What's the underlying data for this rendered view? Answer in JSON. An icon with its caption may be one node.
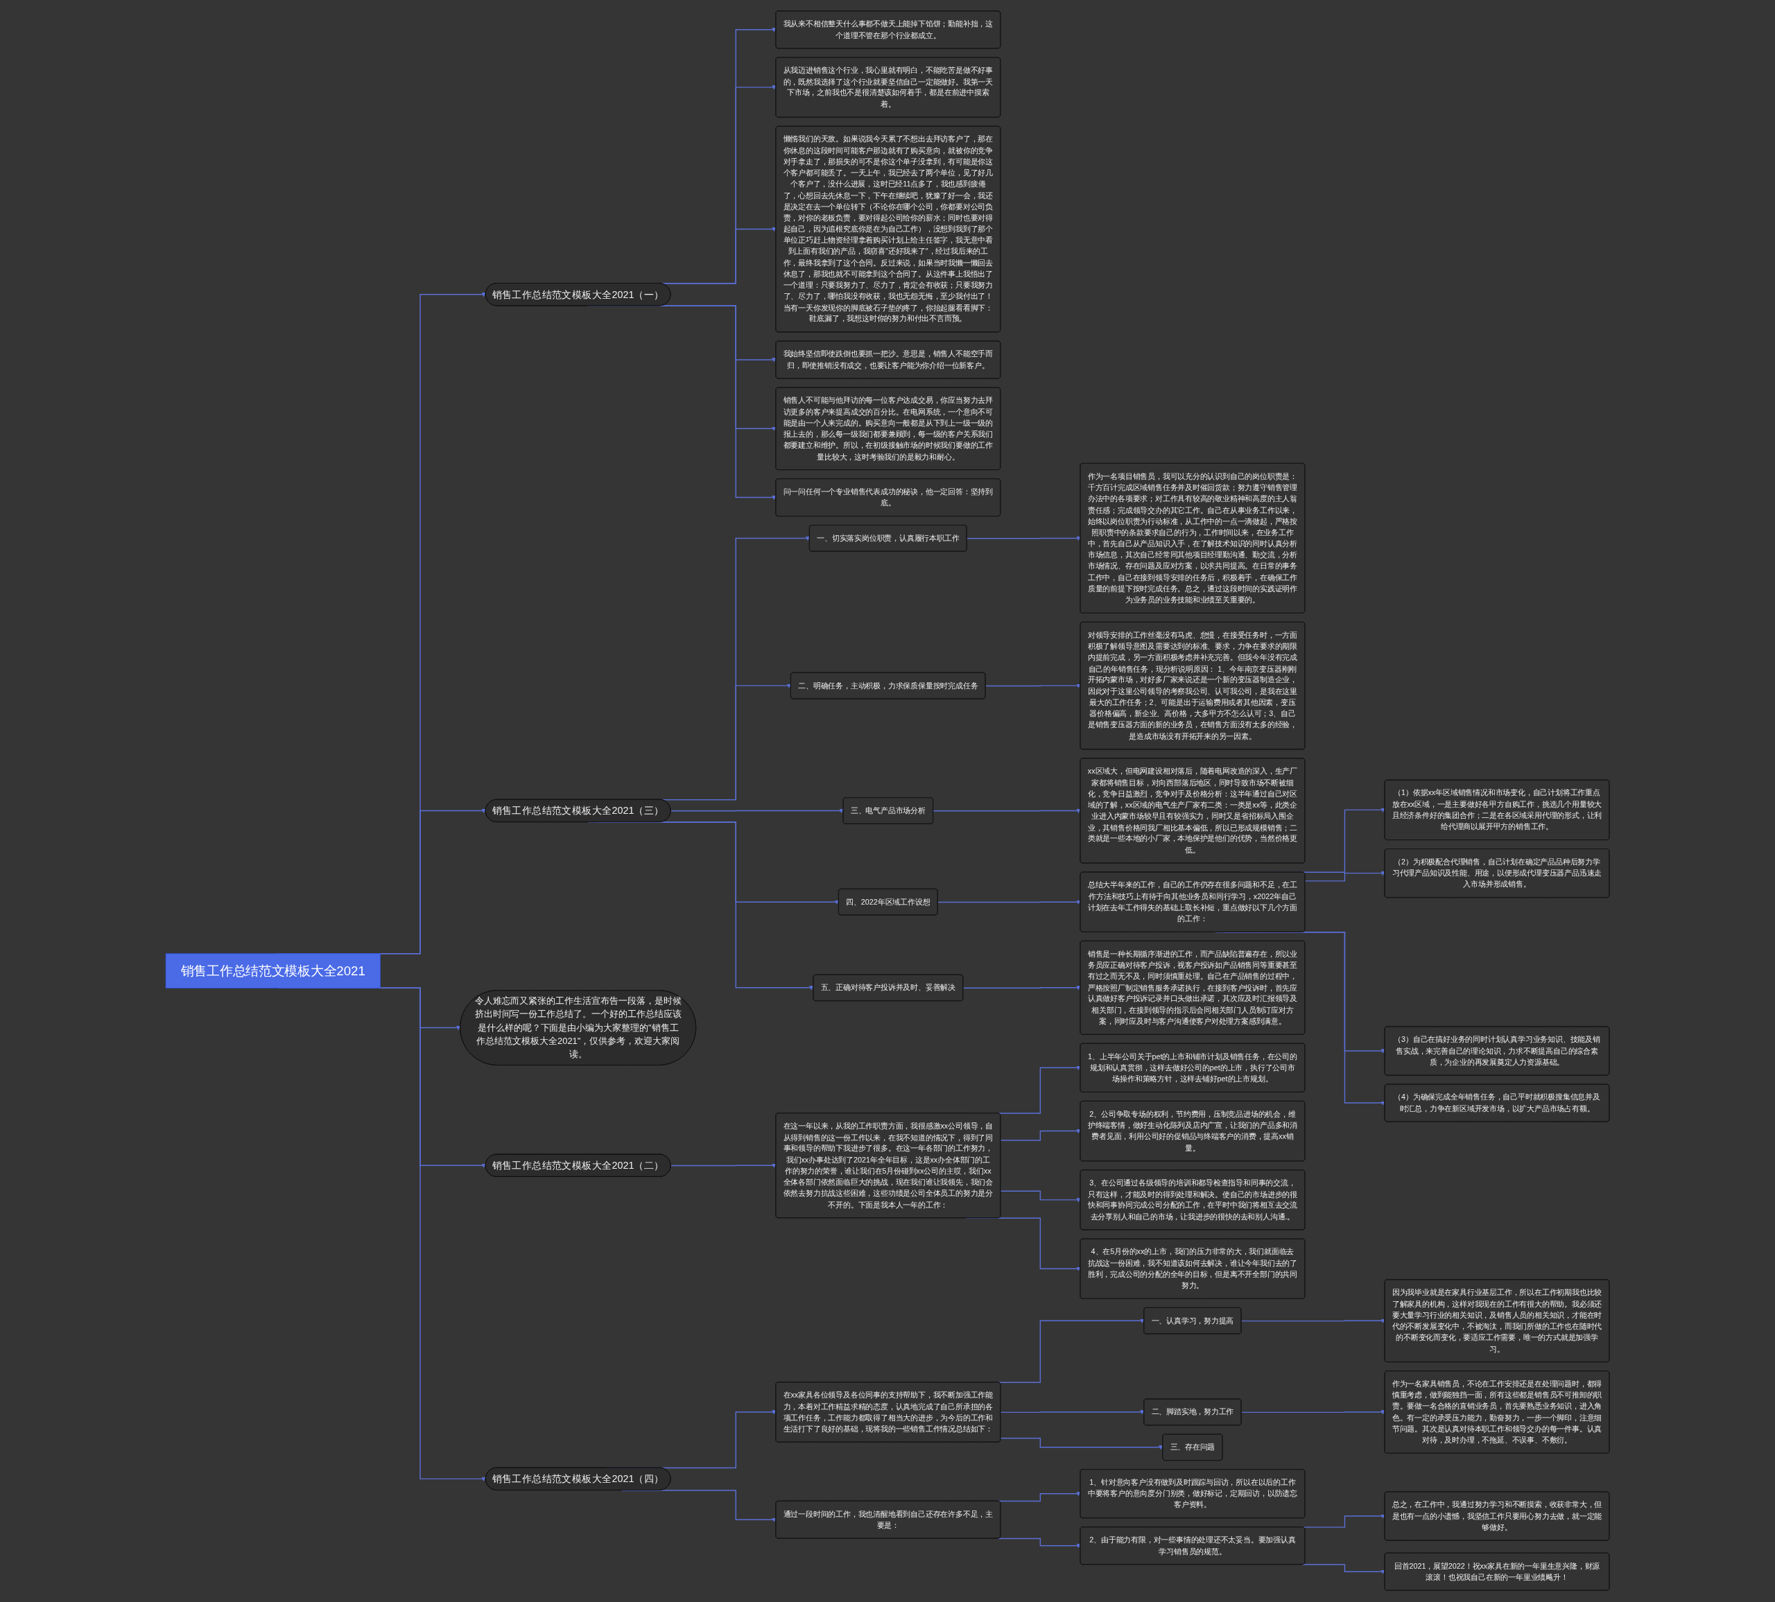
{
  "diagram": {
    "nodes": [
      {
        "text": [
          "销售工作总结范文模板大全2021"
        ]
      },
      {
        "text": [
          "销售工作总结范文模板大全2021（一）"
        ]
      },
      {
        "text": [
          "我从来不相信整天什么事都不做天上能掉下馅饼；勤能补拙，这个道理不管在那个行业都成立。"
        ]
      },
      {
        "text": [
          "从我迈进销售这个行业，我心里就有明白，不能吃苦是做不好事的，既然我选择了这个行业就要坚信自己一定能做好。我第一天下市场，之前我也不是很清楚该如何着手，都是在前进中摸索着。"
        ]
      },
      {
        "text": [
          "懒惰我们的天敌。如果说我今天累了不想出去拜访客户了，那在你休息的这段时间可能客户那边就有了购买意向，就被你的竞争对手拿走了，那损失的可不是你这个单子没拿到，有可能是你这个客户都可能丢了。一天上午，我已经去了两个单位，见了好几个客户了，没什么进展，这时已经11点多了，我也感到疲倦了，心想回去先休息一下，下午在继续吧，犹豫了好一会，我还是决定在去一个单位转下（不论你在哪个公司，你都要对公司负责，对你的老板负责，要对得起公司给你的薪水；同时也要对得起自己，因为追根究底你是在为自己工作），没想到我到了那个单位正巧赶上物资经理拿着购买计划上给主任签字，我无意中看到上面有我们的产品，我窃喜\"还好我来了\"，经过我后来的工作，最终我拿到了这个合同。反过来说，如果当时我懒一懒回去休息了，那我也就不可能拿到这个合同了。从这件事上我悟出了一个道理：只要我努力了、尽力了，肯定会有收获；只要我努力了、尽力了，哪怕我没有收获，我也无怨无悔，至少我付出了！当有一天你发现你的脚底被石子垫的疼了，你抬起腿看看脚下：鞋底漏了，我想这时你的努力和付出不言而预。"
        ]
      },
      {
        "text": [
          "我始终坚信即使跌倒也要抓一把沙。意思是，销售人不能空手而归，即使推销没有成交，也要让客户能为你介绍一位新客户。"
        ]
      },
      {
        "text": [
          "销售人不可能与他拜访的每一位客户达成交易，你应当努力去拜访更多的客户来提高成交的百分比。在电网系统，一个意向不可能是由一个人来完成的。购买意向一般都是从下到上一级一级的报上去的，那么每一级我们都要兼顾到，每一级的客户关系我们都要建立和维护。所以，在初级接触市场的时候我们要做的工作量比较大，这时考验我们的是毅力和耐心。"
        ]
      },
      {
        "text": [
          "问一问任何一个专业销售代表成功的秘诀，他一定回答：坚持到底。"
        ]
      },
      {
        "text": [
          "销售工作总结范文模板大全2021（三）"
        ]
      },
      {
        "text": [
          "一、切实落实岗位职责，认真履行本职工作"
        ]
      },
      {
        "text": [
          "作为一名项目销售员，我可以充分的认识到自己的岗位职责是：千方百计完成区域销售任务并及时催回货款；努力遵守销售管理办法中的各项要求；对工作具有较高的敬业精神和高度的主人翁责任感；完成领导交办的其它工作。自己在从事业务工作以来，始终以岗位职责为行动标准，从工作中的一点一滴做起，严格按照职责中的条款要求自己的行为，工作时间以来，在业务工作中，首先自己从产品知识入手，在了解技术知识的同时认真分析市场信息，其次自己经常同其他项目经理勤沟通、勤交流，分析市场情况、存在问题及应对方案，以求共同提高。在日常的事务工作中，自己在接到领导安排的任务后，积极着手，在确保工作质量的前提下按时完成任务。总之，通过这段时间的实践证明作为业务员的业务技能和业绩至关重要的。"
        ]
      },
      {
        "text": [
          "二、明确任务，主动积极，力求保质保量按时完成任务"
        ]
      },
      {
        "text": [
          "对领导安排的工作丝毫没有马虎、怠慢，在接受任务时，一方面积极了解领导意图及需要达到的标准、要求，力争在要求的期限内提前完成，另一方面积极考虑并补充完善。但我今年没有完成自己的年销售任务，现分析说明原因： 1、今年南京变压器刚刚开拓内蒙市场，对好多厂家来说还是一个新的变压器制造企业，因此对于这里公司领导的考察我公司、认可我公司，是我在这里最大的工作任务；2、可能是出于运输费用或者其他因素，变压器价格偏高，新企业、高价格，大多甲方不怎么认可；3、自己是销售变压器方面的新的业务员，在销售方面没有太多的经验，是造成市场没有开拓开来的另一因素。"
        ]
      },
      {
        "text": [
          "三、电气产品市场分析"
        ]
      },
      {
        "text": [
          "xx区域大，但电网建设相对落后，随着电网改造的深入，生产厂家都将销售目标，对向西部落后地区，同时导致市场不断被细化，竞争日益激烈，竞争对手及价格分析：这半年通过自己对区域的了解，xx区域的电气生产厂家有二类：一类是xx等，此类企业进入内蒙市场较早且有较强实力，同时又是省招标局入围企业，其销售价格同我厂相比基本偏低，所以已形成规模销售；二类就是一些本地的小厂家，本地保护是他们的优势，当然价格更低。"
        ]
      },
      {
        "text": [
          "四、2022年区域工作设想"
        ]
      },
      {
        "text": [
          "总结大半年来的工作，自己的工作仍存在很多问题和不足，在工作方法和技巧上有待于向其他业务员和同行学习，x2022年自己计划在去年工作得失的基础上取长补短，重点做好以下几个方面的工作："
        ]
      },
      {
        "text": [
          "（1）依据xx年区域销售情况和市场变化，自己计划将工作重点放在xx区域，一是主要做好各甲方自购工作，挑选几个用量较大且经济条件好的集团合作；二是在各区域采用代理的形式，让利给代理商以展开甲方的销售工作。"
        ]
      },
      {
        "text": [
          "（2）为积极配合代理销售，自己计划在确定产品品种后努力学习代理产品知识及性能、用途，以便形成代理变压器产品迅速走入市场并形成销售。"
        ]
      },
      {
        "text": [
          "（3）自己在搞好业务的同时计划认真学习业务知识、技能及销售实战，来完善自己的理论知识，力求不断提高自己的综合素质，为企业的再发展奠定人力资源基础。"
        ]
      },
      {
        "text": [
          "（4）为确保完成全年销售任务，自己平时就积极搜集信息并及时汇总，力争在新区域开发市场，以扩大产品市场占有额。"
        ]
      },
      {
        "text": [
          "五、正确对待客户投诉并及时、妥善解决"
        ]
      },
      {
        "text": [
          "销售是一种长期循序渐进的工作，而产品缺陷普遍存在，所以业务员应正确对待客户投诉，视客户投诉如产品销售同等重要甚至有过之而无不及，同时须慎重处理。自己在产品销售的过程中，严格按照厂制定销售服务承诺执行，在接到客户投诉时，首先应认真做好客户投诉记录并口头做出承诺，其次应及时汇报领导及相关部门，在接到领导的指示后会同相关部门人员制订应对方案，同时应及时与客户沟通使客户对处理方案感到满意。"
        ]
      },
      {
        "text": [
          "令人难忘而又紧张的工作生活宣布告一段落，是时候挤出时间写一份工作总结了。一个好的工作总结应该是什么样的呢？下面是由小编为大家整理的\"销售工作总结范文模板大全2021\"，仅供参考，欢迎大家阅读。"
        ]
      },
      {
        "text": [
          "销售工作总结范文模板大全2021（二）"
        ]
      },
      {
        "text": [
          "在这一年以来，从我的工作职责方面，我很感激xx公司领导，自从得到销售的这一份工作以来，在我不知道的情况下，得到了同事和领导的帮助下我进步了很多。在这一年各部门的工作努力，我们xx办事处达到了2021年全年目标，这是xx办全体部门的工作的努力的荣誉，谁让我们在5月份碰到xx公司的主哎，我们xx全体各部门依然面临巨大的挑战，现在我们谁让我领先，我们会依然去努力抗战这些困难，这些功绩是公司全体员工的努力是分不开的。下面是我本人一年的工作："
        ]
      },
      {
        "text": [
          "1、上半年公司关于pet的上市和铺市计划及销售任务，在公司的规划和认真贯彻，这样去做好公司的pet的上市，执行了公司市场操作和策略方针，这样去铺好pet的上市规划。"
        ]
      },
      {
        "text": [
          "2、公司争取专场的权利，节约费用，压制竞品进场的机会，维护终端客情，做好生动化陈列及店内广宣，让我们的产品多和消费者见面，利用公司好的促销品与终端客户的消费，提高xx销量。"
        ]
      },
      {
        "text": [
          "3、在公司通过各级领导的培训和都导检查指导和同事的交流，只有这样，才能及时的得到处理和解决。使自己的市场进步的很快和同事协同完成公司分配的工作，在平时中我们将相互去交流去分享别人和自己的市场，让我进步的很快的去和别人沟通.。"
        ]
      },
      {
        "text": [
          "4、在5月份的xx的上市，我们的压力非常的大，我们就面临去抗战这一份困难，我不知道该如何去解决，谁让今年我们去的了胜利，完成公司的分配的全年的目标，但是离不开全部门的共同努力。"
        ]
      },
      {
        "text": [
          "销售工作总结范文模板大全2021（四）"
        ]
      },
      {
        "text": [
          "在xx家具各位领导及各位同事的支持帮助下，我不断加强工作能力，本着对工作精益求精的态度，认真地完成了自己所承担的各项工作任务，工作能力都取得了相当大的进步，为今后的工作和生活打下了良好的基础，现将我的一些销售工作情况总结如下："
        ]
      },
      {
        "text": [
          "一、认真学习，努力提高"
        ]
      },
      {
        "text": [
          "因为我毕业就是在家具行业基层工作，所以在工作初期我也比较了解家具的机构，这样对我现在的工作有很大的帮助。我必须还要大量学习行业的相关知识，及销售人员的相关知识，才能在时代的不断发展变化中，不被淘汰，而我们所做的工作也在随时代的不断变化而变化，要适应工作需要，唯一的方式就是加强学习。"
        ]
      },
      {
        "text": [
          "二、脚踏实地，努力工作"
        ]
      },
      {
        "text": [
          "作为一名家具销售员，不论在工作安排还是在处理问题时，都得慎重考虑，做到能独挡一面，所有这些都是销售员不可推卸的职责。要做一名合格的直销业务员，首先要熟悉业务知识，进入角色。有一定的承受压力能力，勤奋努力，一步一个脚印，注意细节问题。其次是认真对待本职工作和领导交办的每一件事。认真对待，及时办理，不拖延、不误事、不敷衍。"
        ]
      },
      {
        "text": [
          "三、存在问题"
        ]
      },
      {
        "text": [
          "通过一段时间的工作，我也清醒地看到自己还存在许多不足，主要是："
        ]
      },
      {
        "text": [
          "1、针对意向客户没有做到及时跟踪与回访，所以在以后的工作中要将客户的意向度分门别类，做好标记，定期回访，以防遗忘客户资料。"
        ]
      },
      {
        "text": [
          "2、由于能力有限，对一些事情的处理还不太妥当。要加强认真学习销售员的规范。"
        ]
      },
      {
        "text": [
          "总之，在工作中，我通过努力学习和不断摸索，收获非常大，但是也有一点的小遗憾，我坚信工作只要用心努力去做，就一定能够做好。"
        ]
      },
      {
        "text": [
          "回首2021，展望2022！祝xx家具在新的一年里生意兴隆，财源滚滚！也祝我自己在新的一年里业绩飚升！"
        ]
      }
    ],
    "edges": [
      {
        "from": 0,
        "to": 1,
        "arrow": "to"
      },
      {
        "from": 1,
        "to": 2,
        "arrow": "to"
      },
      {
        "from": 1,
        "to": 3,
        "arrow": "to"
      },
      {
        "from": 1,
        "to": 4,
        "arrow": "to"
      },
      {
        "from": 1,
        "to": 5,
        "arrow": "to"
      },
      {
        "from": 1,
        "to": 6,
        "arrow": "to"
      },
      {
        "from": 1,
        "to": 7,
        "arrow": "to"
      },
      {
        "from": 0,
        "to": 8,
        "arrow": "to"
      },
      {
        "from": 8,
        "to": 9,
        "arrow": "to"
      },
      {
        "from": 9,
        "to": 10,
        "arrow": "to"
      },
      {
        "from": 8,
        "to": 11,
        "arrow": "to"
      },
      {
        "from": 11,
        "to": 12,
        "arrow": "to"
      },
      {
        "from": 8,
        "to": 13,
        "arrow": "to"
      },
      {
        "from": 13,
        "to": 14,
        "arrow": "to"
      },
      {
        "from": 8,
        "to": 15,
        "arrow": "to"
      },
      {
        "from": 15,
        "to": 16,
        "arrow": "to"
      },
      {
        "from": 16,
        "to": 17,
        "arrow": "to"
      },
      {
        "from": 16,
        "to": 18,
        "arrow": "to"
      },
      {
        "from": 16,
        "to": 19,
        "arrow": "to"
      },
      {
        "from": 16,
        "to": 20,
        "arrow": "to"
      },
      {
        "from": 8,
        "to": 21,
        "arrow": "to"
      },
      {
        "from": 21,
        "to": 22,
        "arrow": "to"
      },
      {
        "from": 0,
        "to": 23,
        "arrow": "to"
      },
      {
        "from": 0,
        "to": 24,
        "arrow": "to"
      },
      {
        "from": 24,
        "to": 25,
        "arrow": "to"
      },
      {
        "from": 25,
        "to": 26,
        "arrow": "to"
      },
      {
        "from": 25,
        "to": 27,
        "arrow": "to"
      },
      {
        "from": 25,
        "to": 28,
        "arrow": "to"
      },
      {
        "from": 25,
        "to": 29,
        "arrow": "to"
      },
      {
        "from": 0,
        "to": 30,
        "arrow": "to"
      },
      {
        "from": 30,
        "to": 31,
        "arrow": "to"
      },
      {
        "from": 31,
        "to": 32,
        "arrow": "to"
      },
      {
        "from": 32,
        "to": 33,
        "arrow": "to"
      },
      {
        "from": 31,
        "to": 34,
        "arrow": "to"
      },
      {
        "from": 34,
        "to": 35,
        "arrow": "to"
      },
      {
        "from": 31,
        "to": 36,
        "arrow": "to"
      },
      {
        "from": 30,
        "to": 37,
        "arrow": "to"
      },
      {
        "from": 37,
        "to": 38,
        "arrow": "to"
      },
      {
        "from": 37,
        "to": 39,
        "arrow": "to"
      },
      {
        "from": 39,
        "to": 40,
        "arrow": "to"
      },
      {
        "from": 39,
        "to": 41,
        "arrow": "to"
      }
    ]
  }
}
